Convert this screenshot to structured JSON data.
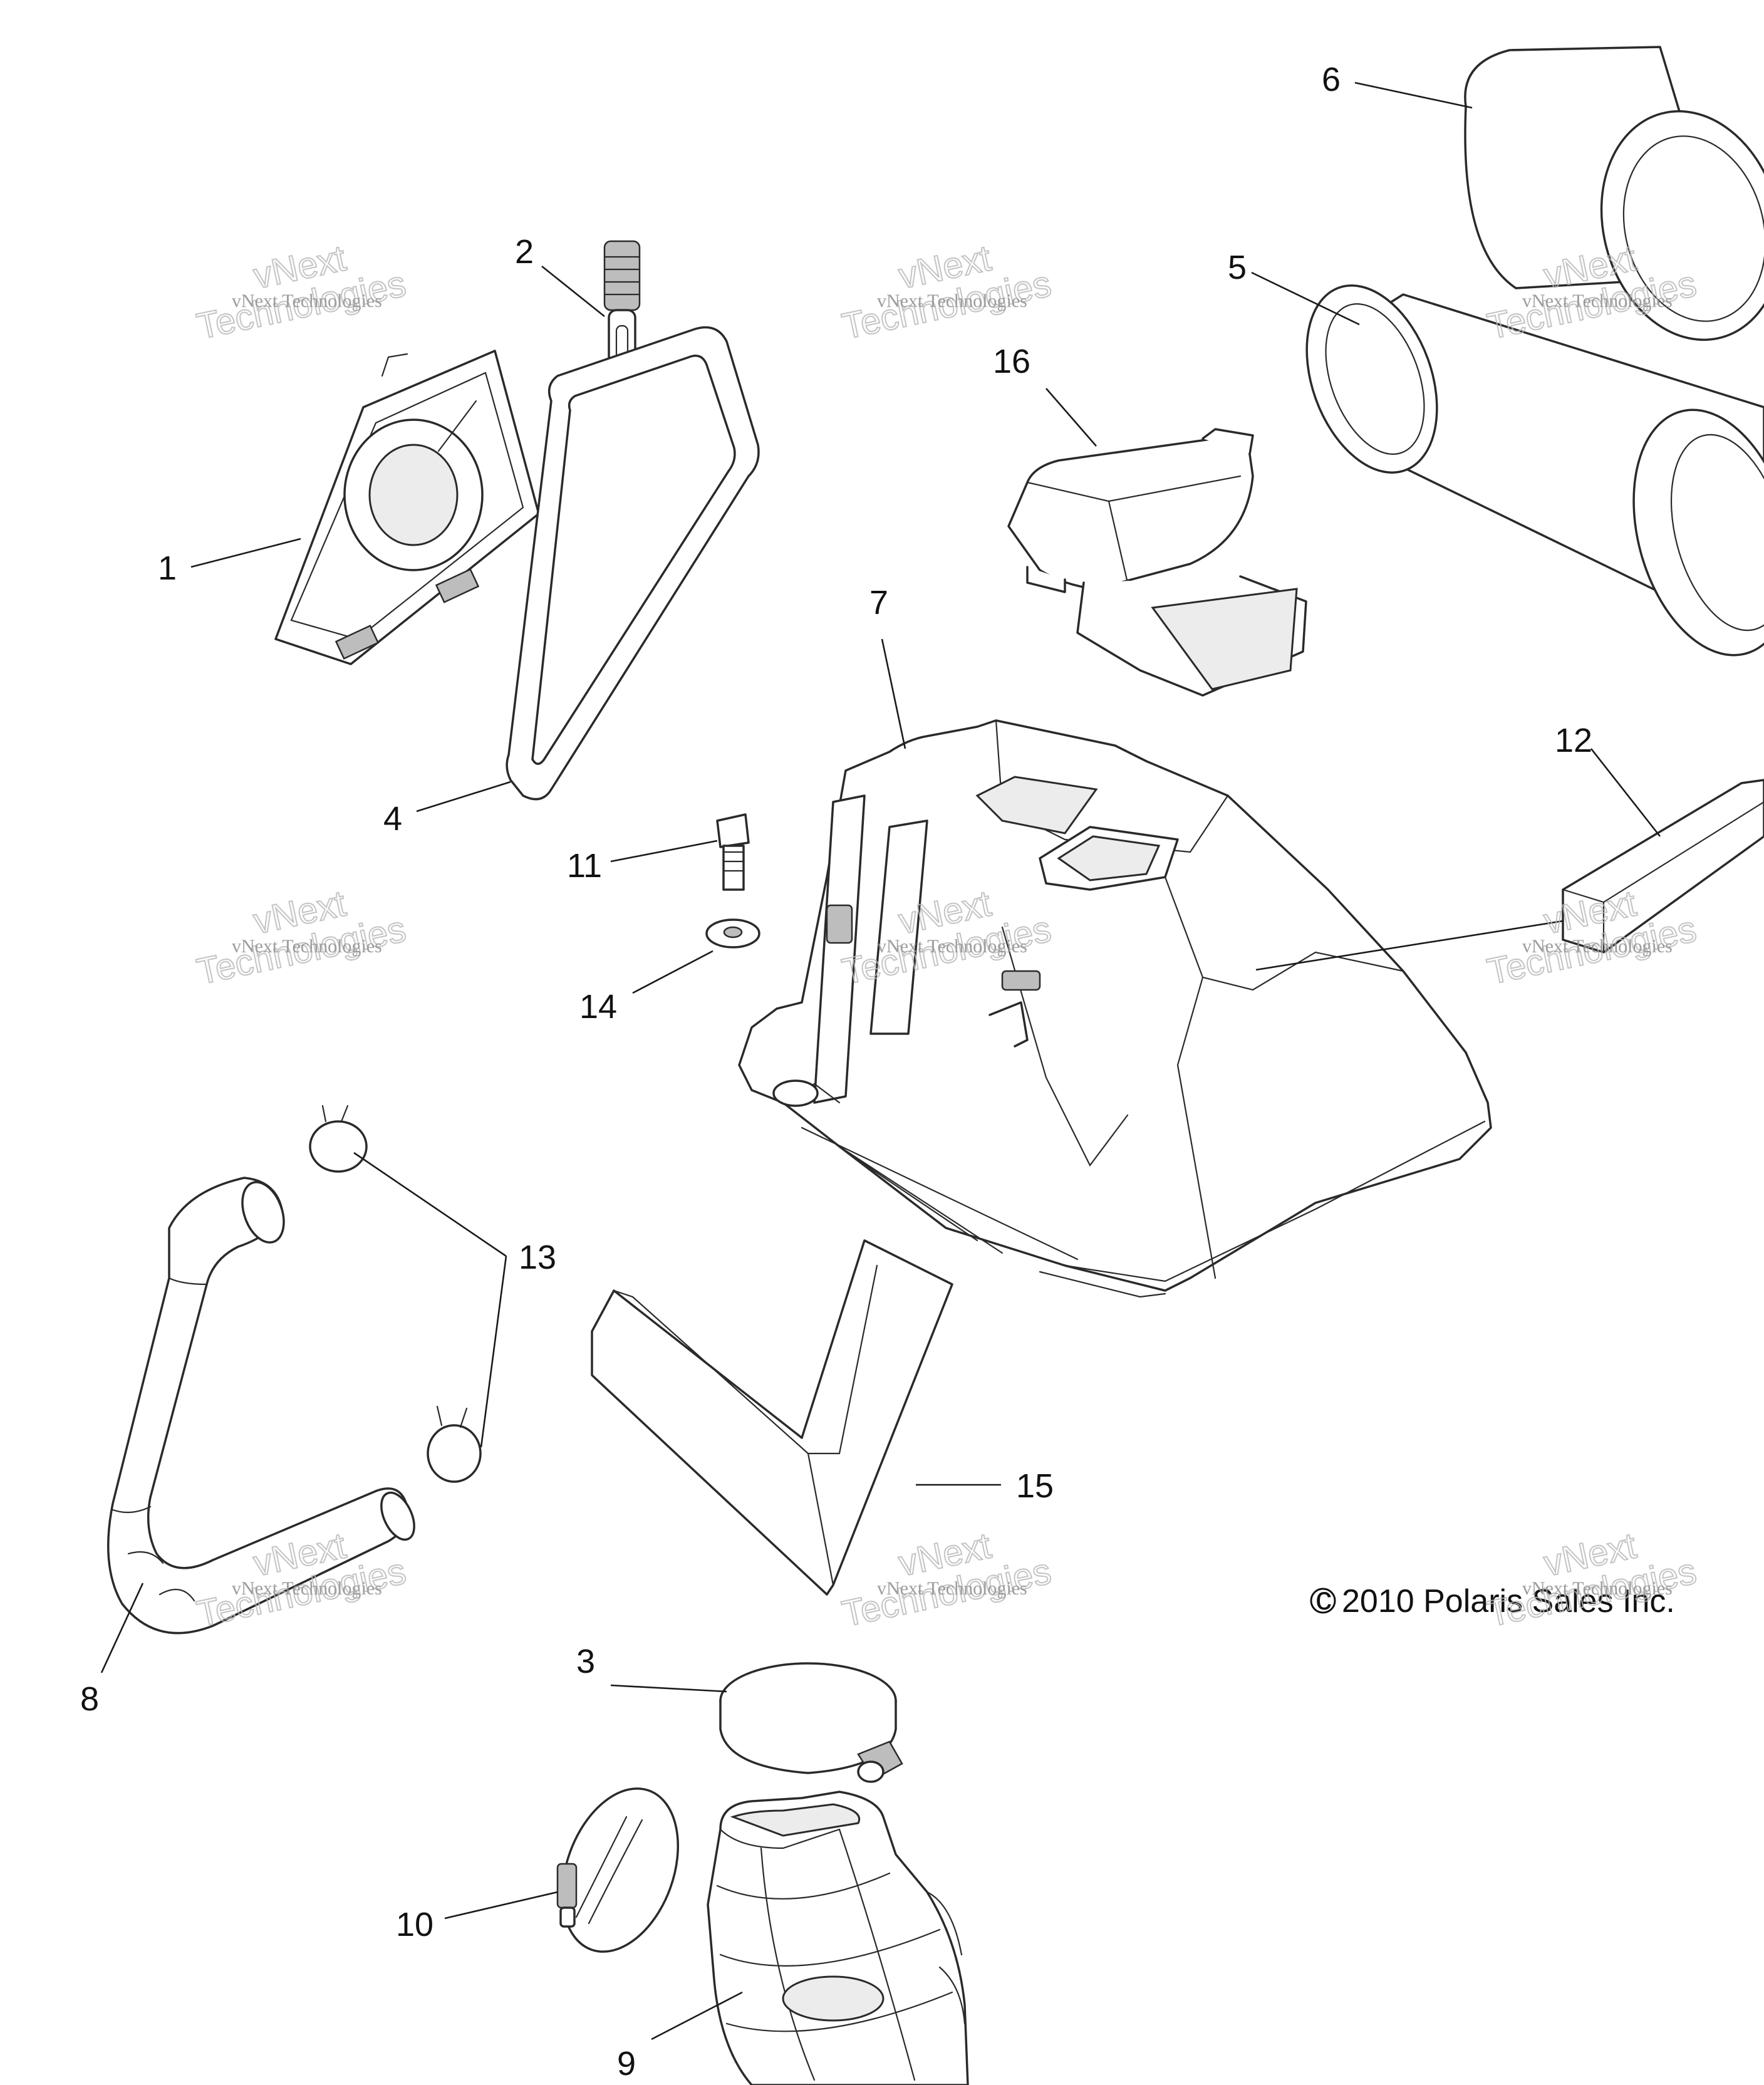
{
  "callouts": [
    "1",
    "2",
    "3",
    "4",
    "5",
    "6",
    "7",
    "8",
    "9",
    "10",
    "11",
    "12",
    "13",
    "14",
    "15",
    "16"
  ],
  "copyright": "2010 Polaris Sales Inc.",
  "watermark": {
    "line1": "vNext Technologies",
    "line2": "vNext",
    "line3": "Technologies"
  },
  "colors": {
    "line": "#2a2a2a",
    "watermark": "#b9b9b9",
    "background": "#ffffff"
  }
}
